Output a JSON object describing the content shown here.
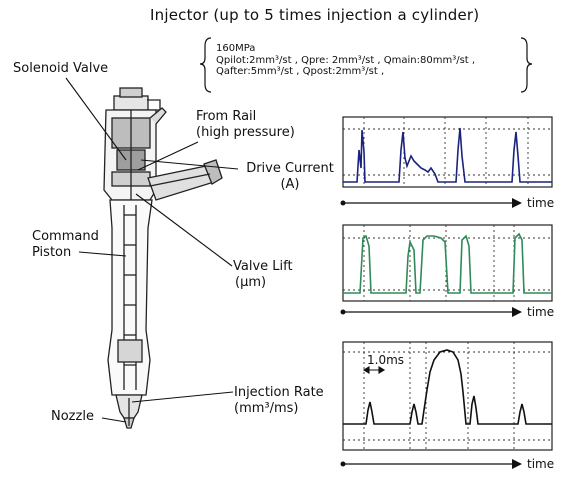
{
  "title": "Injector  (up to 5 times injection  a cylinder)",
  "conditions": {
    "pressure": "160MPa",
    "line2": "Qpilot:2mm³/st , Qpre: 2mm³/st , Qmain:80mm³/st ,",
    "line3": "Qafter:5mm³/st ,  Qpost:2mm³/st ,"
  },
  "labels": {
    "solenoid_valve": "Solenoid Valve",
    "from_rail_1": "From Rail",
    "from_rail_2": "(high pressure)",
    "command_piston_1": "Command",
    "command_piston_2": "Piston",
    "nozzle": "Nozzle",
    "drive_current_1": "Drive Current",
    "drive_current_2": "(A)",
    "valve_lift_1": "Valve Lift",
    "valve_lift_2": "(μm)",
    "injection_rate_1": "Injection Rate",
    "injection_rate_2": "(mm³/ms)",
    "scale_bar": "1.0ms",
    "time_axis": "time"
  },
  "colors": {
    "drive_current": "#1a237e",
    "valve_lift": "#2e8b57",
    "injection_rate": "#111111"
  }
}
